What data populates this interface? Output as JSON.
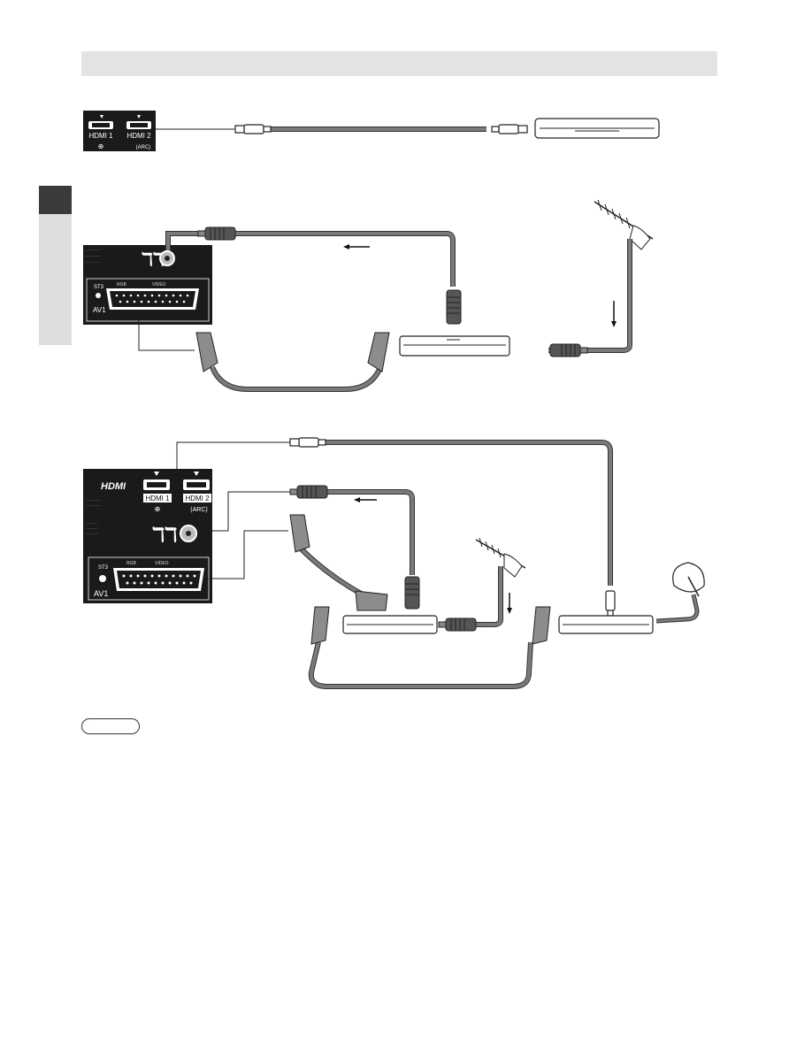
{
  "panel1": {
    "hdmi1_label": "HDMI 1",
    "hdmi2_label": "HDMI 2",
    "arc_label": "(ARC)"
  },
  "panel2": {
    "st3_label": "ST3",
    "av1_label": "AV1",
    "rgb_label": "RGB",
    "video_label": "VIDEO"
  },
  "panel3": {
    "hdmi_logo": "HDMI",
    "hdmi1_label": "HDMI 1",
    "hdmi2_label": "HDMI 2",
    "arc_label": "(ARC)",
    "st3_label": "ST3",
    "av1_label": "AV1",
    "rgb_label": "RGB",
    "video_label": "VIDEO"
  },
  "colors": {
    "panel": "#1a1a1a",
    "cable": "#6b6b6b",
    "cable_edge": "#333333",
    "header_band": "#e3e3e3",
    "side_tab_dark": "#3a3a3a"
  }
}
